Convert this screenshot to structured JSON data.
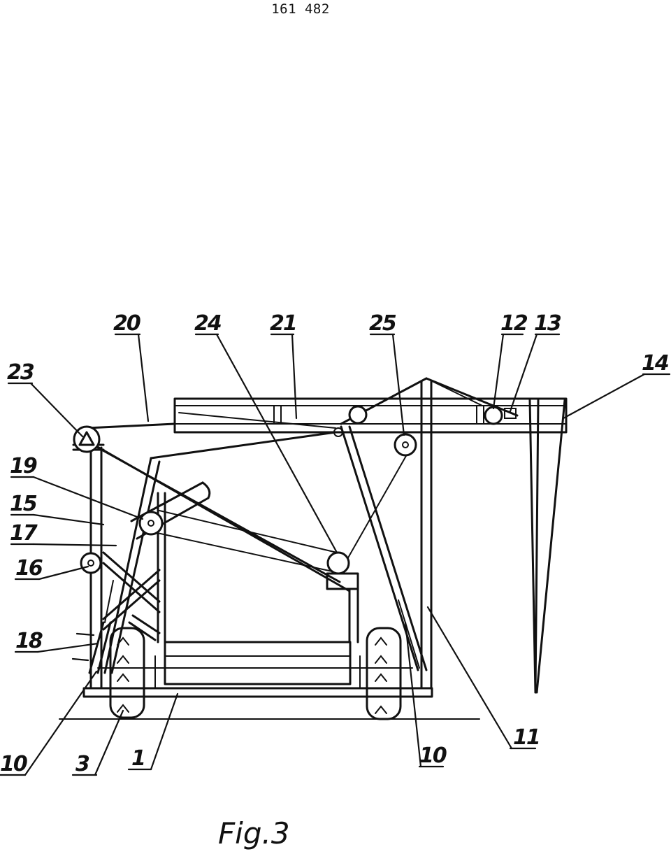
{
  "header": {
    "page_number": "161 482"
  },
  "figure": {
    "caption": "Fig.3"
  },
  "reference_labels": {
    "r1": "1",
    "r3": "3",
    "r10a": "10",
    "r10b": "10",
    "r11": "11",
    "r12": "12",
    "r13": "13",
    "r14": "14",
    "r15": "15",
    "r16": "16",
    "r17": "17",
    "r18": "18",
    "r19": "19",
    "r20": "20",
    "r21": "21",
    "r23": "23",
    "r24": "24",
    "r25": "25"
  }
}
